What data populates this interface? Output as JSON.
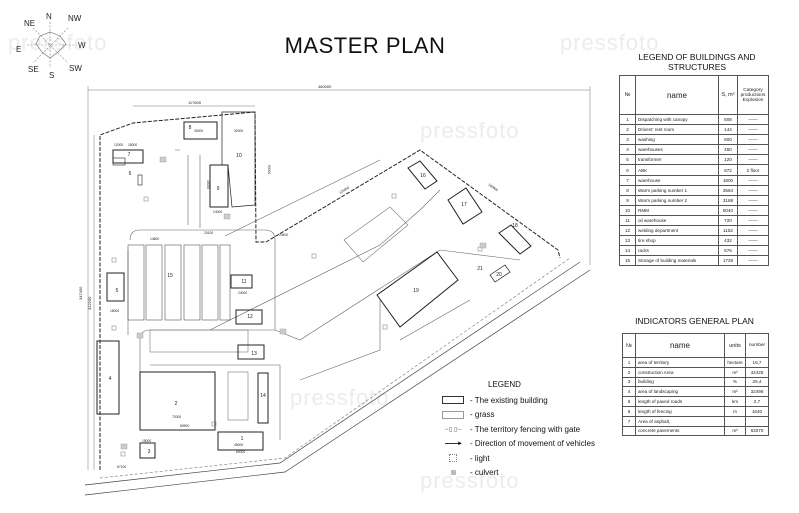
{
  "title": "MASTER PLAN",
  "compass": {
    "n": "N",
    "nw": "NW",
    "ne": "NE",
    "e": "E",
    "w": "W",
    "se": "SE",
    "sw": "SW",
    "s": "S"
  },
  "watermark": "pressfoto",
  "legend_buildings": {
    "title": "LEGEND OF BUILDINGS AND STRUCTURES",
    "headers": {
      "no": "№",
      "name": "name",
      "area": "S, m²",
      "category": "Category productions Explosion"
    },
    "rows": [
      {
        "no": "1",
        "name": "Dispatching with canopy",
        "area": "608",
        "category": "——"
      },
      {
        "no": "2",
        "name": "Drivers' rest room",
        "area": "144",
        "category": "——"
      },
      {
        "no": "3",
        "name": "washing",
        "area": "800",
        "category": "——"
      },
      {
        "no": "4",
        "name": "warehouses",
        "area": "450",
        "category": "——"
      },
      {
        "no": "5",
        "name": "transformer",
        "area": "120",
        "category": "——"
      },
      {
        "no": "6",
        "name": "ABK",
        "area": "972",
        "category": "2 floor"
      },
      {
        "no": "7",
        "name": "warehouse",
        "area": "1800",
        "category": "——"
      },
      {
        "no": "8",
        "name": "Warm parking number 1",
        "area": "3564",
        "category": "——"
      },
      {
        "no": "9",
        "name": "Warm parking number 2",
        "area": "3168",
        "category": "——"
      },
      {
        "no": "10",
        "name": "RMM",
        "area": "5040",
        "category": "——"
      },
      {
        "no": "11",
        "name": "oil warehouse",
        "area": "720",
        "category": "——"
      },
      {
        "no": "12",
        "name": "welding department",
        "area": "1152",
        "category": "——"
      },
      {
        "no": "13",
        "name": "tire shop",
        "area": "432",
        "category": "——"
      },
      {
        "no": "14",
        "name": "racks",
        "area": "576",
        "category": "——"
      },
      {
        "no": "15",
        "name": "Storage of building materials",
        "area": "1728",
        "category": "——"
      }
    ]
  },
  "indicators": {
    "title": "INDICATORS GENERAL PLAN",
    "headers": {
      "no": "№",
      "name": "name",
      "units": "units",
      "number": "number"
    },
    "rows": [
      {
        "no": "1",
        "name": "area of territory",
        "units": "hectare",
        "number": "16,7"
      },
      {
        "no": "2",
        "name": "construction Area",
        "units": "m²",
        "number": "42426"
      },
      {
        "no": "3",
        "name": "building",
        "units": "%",
        "number": "25,4"
      },
      {
        "no": "4",
        "name": "area of landscaping",
        "units": "m²",
        "number": "32496"
      },
      {
        "no": "5",
        "name": "length of paved roads",
        "units": "km",
        "number": "2,7"
      },
      {
        "no": "6",
        "name": "length of fencing",
        "units": "m",
        "number": "1640"
      },
      {
        "no": "7",
        "name": "Area of asphalt,",
        "units": "",
        "number": ""
      },
      {
        "no": "",
        "name": "concrete pavements",
        "units": "m²",
        "number": "63270"
      }
    ]
  },
  "legend": {
    "title": "LEGEND",
    "items": [
      "- The existing building",
      "- grass",
      "- The territory fencing with gate",
      "- Direction of movement of vehicles",
      "- light",
      "- culvert"
    ]
  },
  "buildings": [
    "1",
    "2",
    "3",
    "4",
    "5",
    "6",
    "7",
    "8",
    "9",
    "10",
    "11",
    "12",
    "13",
    "14",
    "15",
    "16",
    "17",
    "18",
    "19",
    "20",
    "21"
  ],
  "dimensions": {
    "overall_width": "460000",
    "top_segment": "117600",
    "left_total": "347400",
    "left_inner": "322200",
    "d_12000": "12000",
    "d_18000a": "18000",
    "d_30000": "30000",
    "d_32000": "32000",
    "d_90000": "90000",
    "d_40000": "40000",
    "d_14000": "14000",
    "d_24400": "24400",
    "d_14800": "14800",
    "d_20100": "20100",
    "d_24000": "24000",
    "d_72000": "72000",
    "d_80900": "80900",
    "d_60000": "60000",
    "d_15000": "15000",
    "d_67100": "67100",
    "d_120000": "120000",
    "d_160000": "160000",
    "d_18000b": "18000",
    "d_45000": "45000"
  }
}
